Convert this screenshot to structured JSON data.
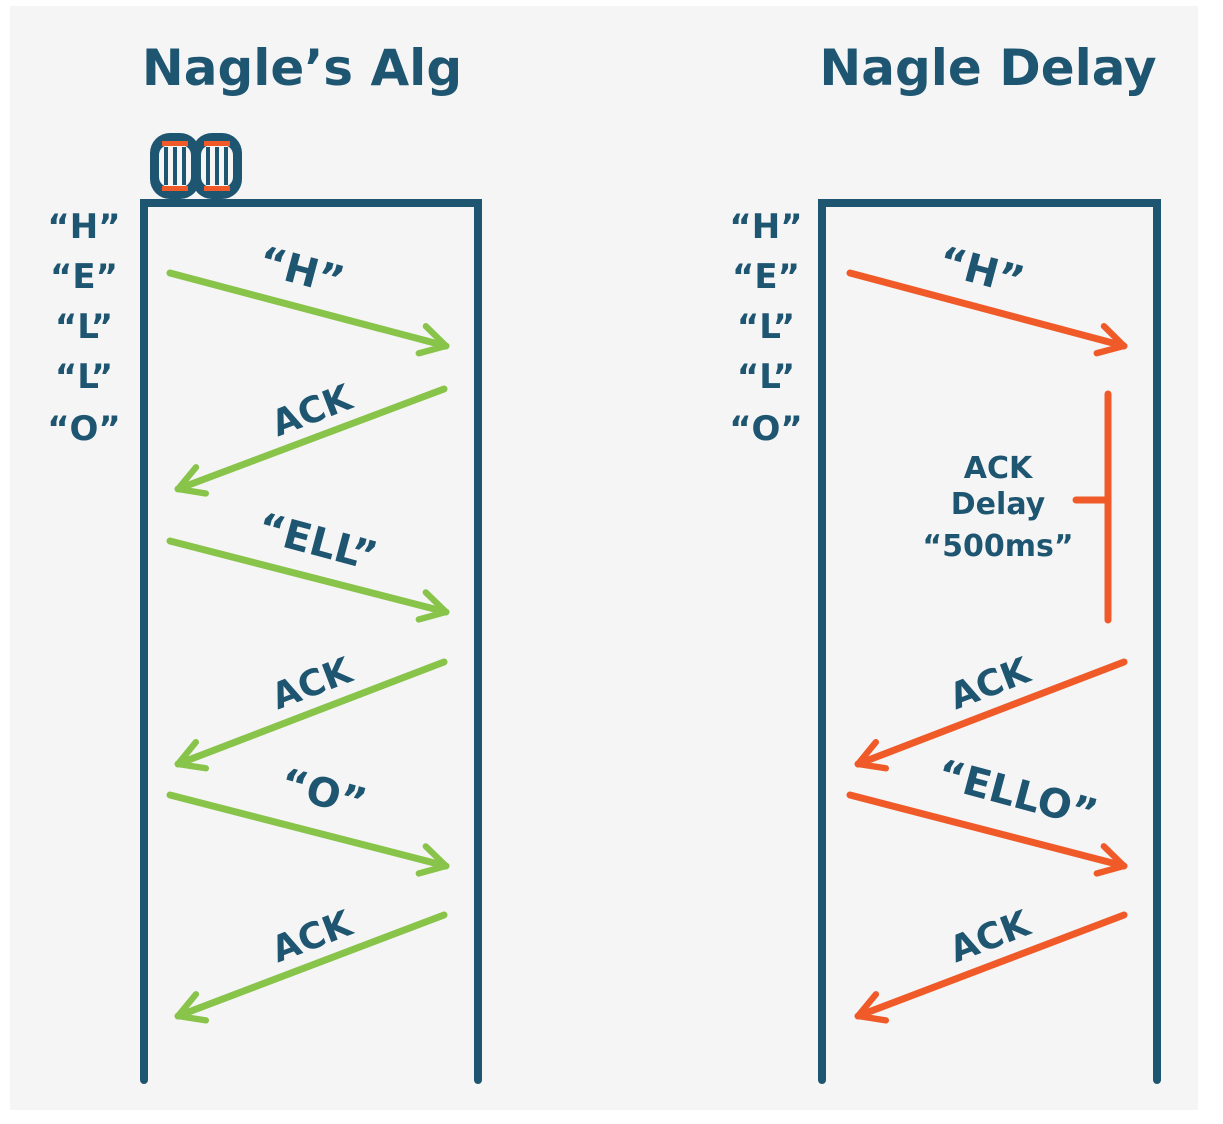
{
  "colors": {
    "frame": "#1e5571",
    "green": "#88c34a",
    "orange": "#f05a28",
    "text": "#1e5571",
    "background": "#f5f5f5"
  },
  "left_panel": {
    "title": "Nagle’s Alg",
    "icon": "twin-barrels-icon",
    "chars": [
      "“H”",
      "“E”",
      "“L”",
      "“L”",
      "“O”"
    ],
    "messages": [
      {
        "label": "“H”",
        "direction": "send"
      },
      {
        "label": "ACK",
        "direction": "ack"
      },
      {
        "label": "“ELL”",
        "direction": "send"
      },
      {
        "label": "ACK",
        "direction": "ack"
      },
      {
        "label": "“O”",
        "direction": "send"
      },
      {
        "label": "ACK",
        "direction": "ack"
      }
    ]
  },
  "right_panel": {
    "title": "Nagle Delay",
    "chars": [
      "“H”",
      "“E”",
      "“L”",
      "“L”",
      "“O”"
    ],
    "messages": [
      {
        "label": "“H”",
        "direction": "send"
      },
      {
        "label": "ACK",
        "direction": "ack"
      },
      {
        "label": "“ELLO”",
        "direction": "send"
      },
      {
        "label": "ACK",
        "direction": "ack"
      }
    ],
    "delay": {
      "line1": "ACK",
      "line2": "Delay",
      "line3": "“500ms”"
    }
  }
}
